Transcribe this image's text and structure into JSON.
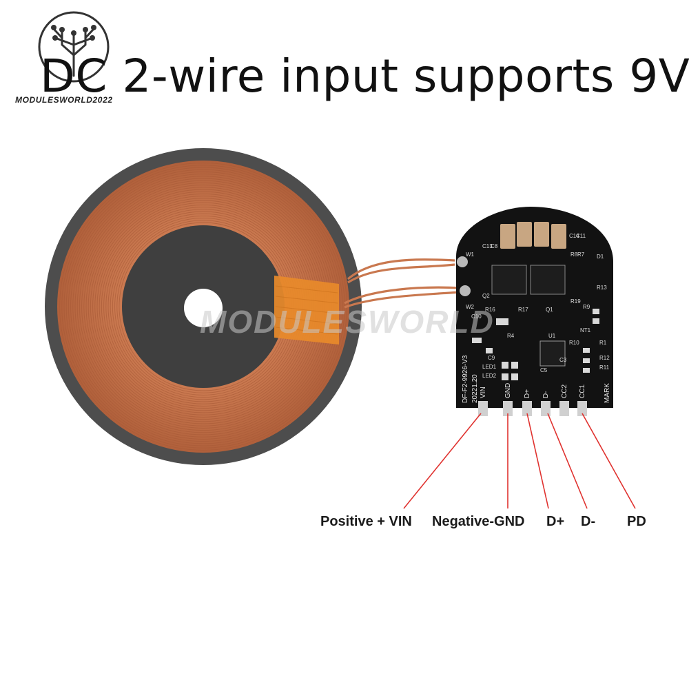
{
  "header": {
    "title": "DC 2-wire input supports 9V",
    "brand": "MODULESWORLD2022",
    "watermark": "MODULESWORLD"
  },
  "board": {
    "silkscreen_id": "DF-F2-9926-V3",
    "date_code": "20221.20",
    "pin_codes": [
      "VIN",
      "GND",
      "D+",
      "D-",
      "CC2",
      "CC1"
    ],
    "mark": "MARK",
    "components": [
      "C13",
      "C8",
      "C14",
      "C11",
      "W1",
      "W2",
      "Q2",
      "R16",
      "R17",
      "Q1",
      "R8",
      "R7",
      "D1",
      "R13",
      "C10",
      "R4",
      "U1",
      "C9",
      "LED1",
      "LED2",
      "R19",
      "R10",
      "R1",
      "R12",
      "R11",
      "R9",
      "NT1",
      "C3",
      "C5"
    ]
  },
  "pins": [
    {
      "label": "Positive + VIN"
    },
    {
      "label": "Negative-GND"
    },
    {
      "label": "D+"
    },
    {
      "label": "D-"
    },
    {
      "label": "PD"
    }
  ],
  "colors": {
    "copper": "#c9784f",
    "copper_dark": "#9b5232",
    "ferrite": "#4a4a4a",
    "tape": "#e88a2a",
    "pcb": "#111111",
    "leader_line": "#e0322f"
  }
}
